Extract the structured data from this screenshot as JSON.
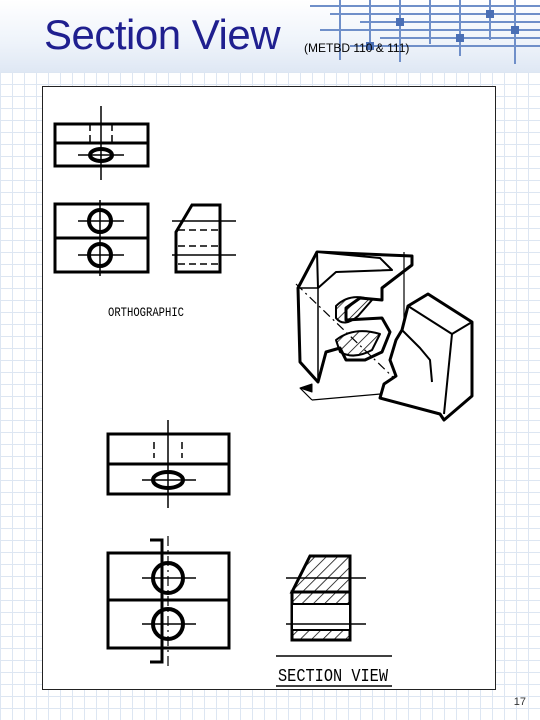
{
  "slide": {
    "title": "Section View",
    "subtitle": "(METBD 110 & 111)",
    "page_number": "17"
  },
  "drawing": {
    "label_orthographic": "ORTHOGRAPHIC",
    "label_section_view": "SECTION VIEW"
  },
  "colors": {
    "title": "#1f1f8f",
    "accent_blue": "#6f8fc9",
    "grid": "#dde6f2"
  }
}
